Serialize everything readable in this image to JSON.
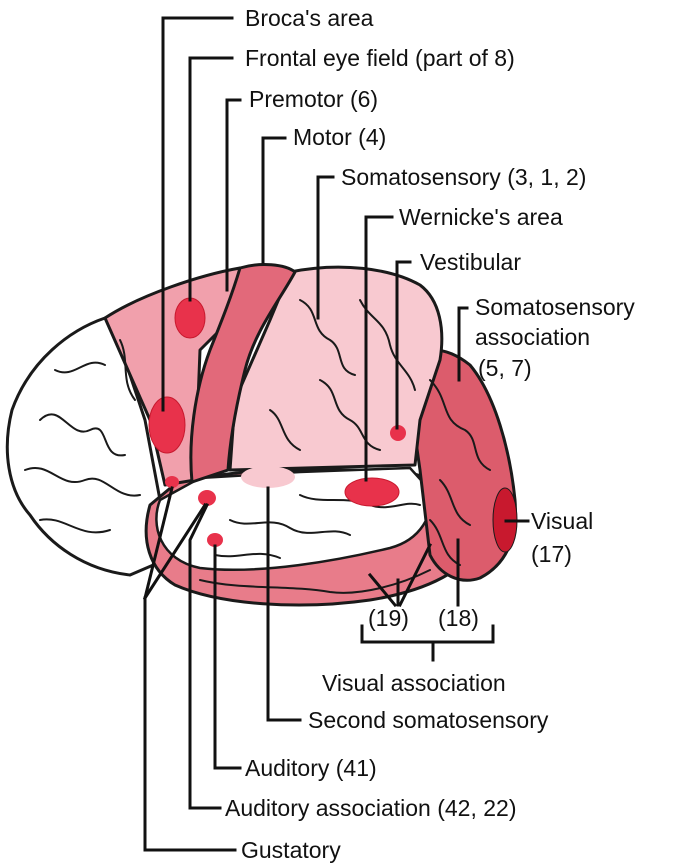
{
  "labels": {
    "brocas_area": "Broca's area",
    "frontal_eye_field": "Frontal eye field (part of 8)",
    "premotor": "Premotor (6)",
    "motor": "Motor (4)",
    "somatosensory": "Somatosensory (3, 1, 2)",
    "wernickes_area": "Wernicke's area",
    "vestibular": "Vestibular",
    "somatosensory_association_line1": "Somatosensory",
    "somatosensory_association_line2": "association",
    "somatosensory_association_line3": "(5, 7)",
    "visual_line1": "Visual",
    "visual_line2": "(17)",
    "area_19": "(19)",
    "area_18": "(18)",
    "visual_association": "Visual association",
    "second_somatosensory": "Second somatosensory",
    "auditory": "Auditory (41)",
    "auditory_association": "Auditory association (42, 22)",
    "gustatory": "Gustatory"
  },
  "colors": {
    "prefrontal_white": "#ffffff",
    "premotor_region": "#f1a0ac",
    "motor_region": "#e2697a",
    "somatosensory_region": "#f8c9d0",
    "association_region": "#dc5c6c",
    "temporal_region": "#e87c8a",
    "highlight_spot": "#e8324b",
    "visual_spot": "#c8192e",
    "outline": "#1a1a1a"
  }
}
